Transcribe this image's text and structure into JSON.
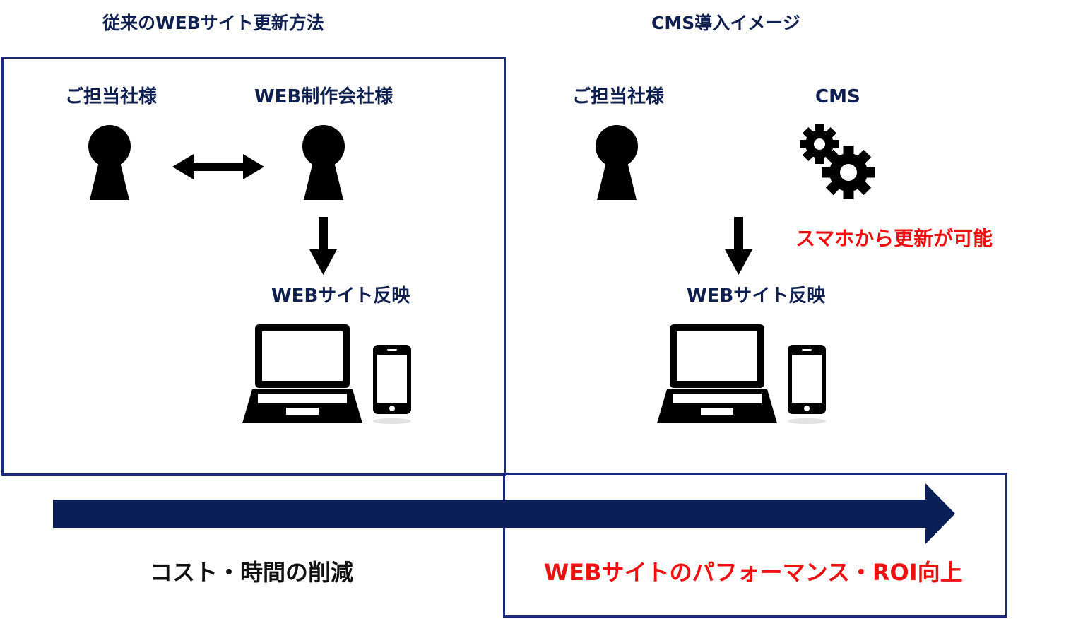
{
  "colors": {
    "navy": "#0f1f4f",
    "red": "#ee1111",
    "arrow_fill": "#0a1f55",
    "box_border": "#1c2a7a"
  },
  "left": {
    "title": "従来のWEBサイト更新方法",
    "person_left_label": "ご担当社様",
    "person_right_label": "WEB制作会社様",
    "result_label": "WEBサイト反映",
    "icons": [
      "person-icon",
      "double-arrow-icon",
      "person-icon",
      "down-arrow-icon",
      "laptop-icon",
      "smartphone-icon"
    ]
  },
  "right": {
    "title": "CMS導入イメージ",
    "person_label": "ご担当社様",
    "cms_label": "CMS",
    "smartphone_note": "スマホから更新が可能",
    "result_label": "WEBサイト反映",
    "icons": [
      "person-icon",
      "gears-icon",
      "down-arrow-icon",
      "laptop-icon",
      "smartphone-icon"
    ]
  },
  "bottom": {
    "left_benefit": "コスト・時間の削減",
    "right_benefit": "WEBサイトのパフォーマンス・ROI向上"
  }
}
